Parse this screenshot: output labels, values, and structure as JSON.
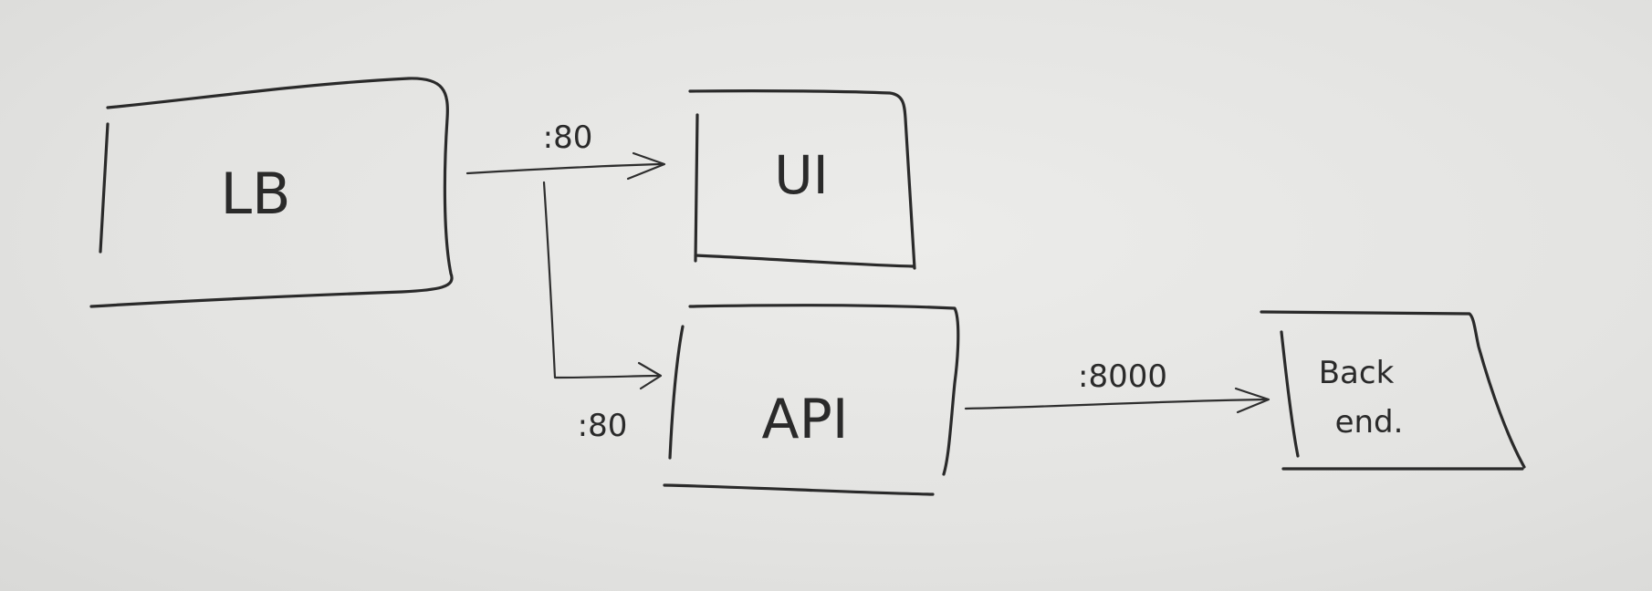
{
  "diagram": {
    "nodes": {
      "lb": {
        "label": "LB"
      },
      "ui": {
        "label": "UI"
      },
      "api": {
        "label": "API"
      },
      "backend": {
        "label_line1": "Back",
        "label_line2": "end."
      }
    },
    "edges": {
      "lb_to_ui": {
        "label": ":80"
      },
      "lb_to_api": {
        "label": ":80"
      },
      "api_to_backend": {
        "label": ":8000"
      }
    },
    "ink_color": "#2a2a2a",
    "paper_color": "#e4e4e2"
  }
}
